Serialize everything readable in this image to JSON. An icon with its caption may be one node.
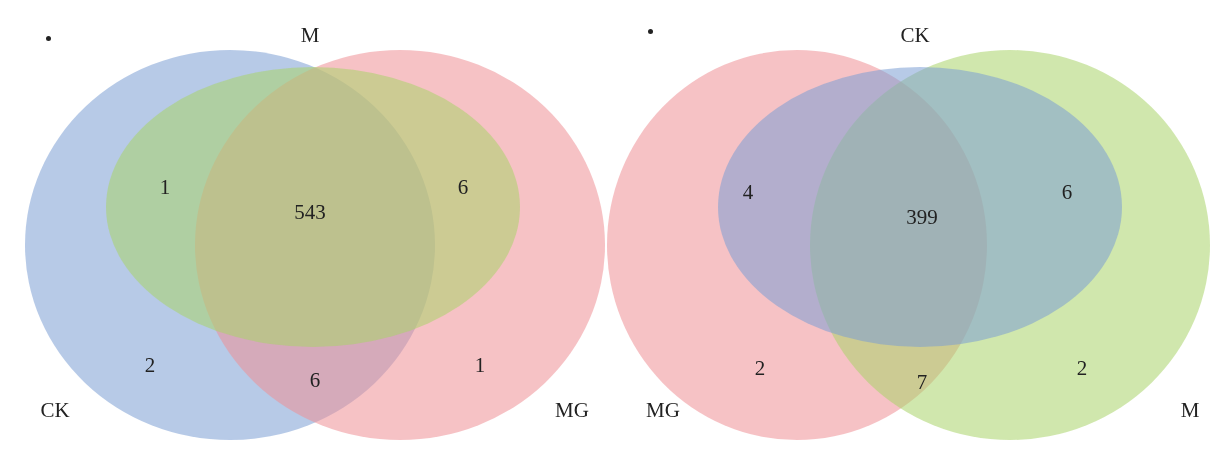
{
  "diagram": {
    "nodes": [
      {
        "text": [
          "CK"
        ]
      },
      {
        "text": [
          "M"
        ]
      },
      {
        "text": [
          "MG"
        ]
      },
      {
        "text": [
          "CK"
        ]
      },
      {
        "text": [
          "MG"
        ]
      },
      {
        "text": [
          "M"
        ]
      }
    ],
    "labels": [
      "1",
      "543",
      "6",
      "2",
      "6",
      "1",
      "4",
      "399",
      "6",
      "2",
      "7",
      "2"
    ]
  }
}
